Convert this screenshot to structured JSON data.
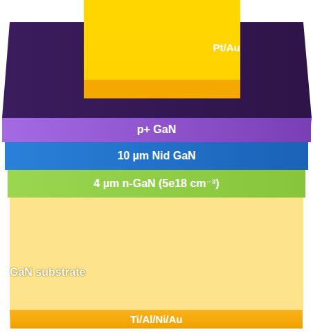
{
  "diagram": {
    "nodes": [
      {
        "text": [
          "Pt/Au"
        ]
      },
      {
        "text": [
          "p+ GaN"
        ]
      },
      {
        "text": [
          "10 µm Nid GaN"
        ]
      },
      {
        "text": [
          "4 µm n-GaN (5e18 cm⁻³)"
        ]
      },
      {
        "text": [
          "GaN substrate"
        ]
      },
      {
        "text": [
          "Ti/Al/Ni/Au"
        ]
      }
    ]
  }
}
